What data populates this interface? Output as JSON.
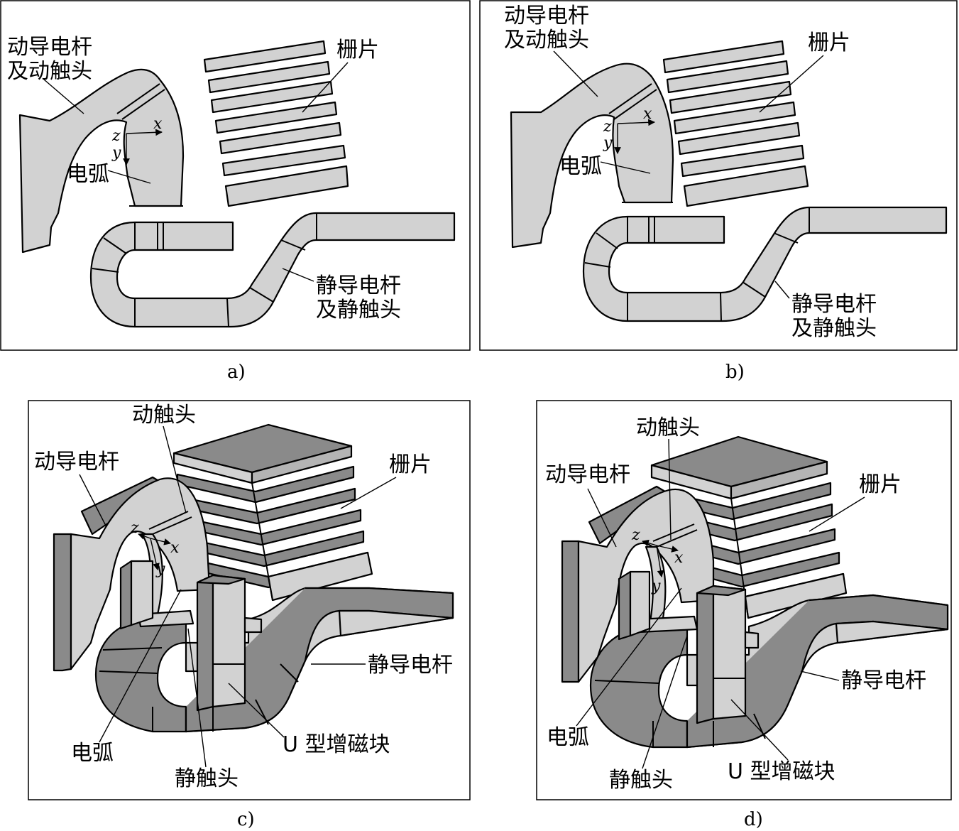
{
  "panels": {
    "a": {
      "caption": "a)",
      "moving_rod": [
        "动导电杆",
        "及动触头"
      ],
      "grid_plates": "栅片",
      "arc": "电弧",
      "static_rod": [
        "静导电杆",
        "及静触头"
      ],
      "axes": {
        "x": "x",
        "y": "y",
        "z": "z"
      }
    },
    "b": {
      "caption": "b)",
      "moving_rod": [
        "动导电杆",
        "及动触头"
      ],
      "grid_plates": "栅片",
      "arc": "电弧",
      "static_rod": [
        "静导电杆",
        "及静触头"
      ],
      "axes": {
        "x": "x",
        "y": "y",
        "z": "z"
      }
    },
    "c": {
      "caption": "c)",
      "moving_contact": "动触头",
      "moving_rod": "动导电杆",
      "grid_plates": "栅片",
      "static_rod": "静导电杆",
      "arc": "电弧",
      "u_block": "U 型增磁块",
      "static_contact": "静触头",
      "axes": {
        "x": "x",
        "y": "y",
        "z": "z"
      }
    },
    "d": {
      "caption": "d)",
      "moving_contact": "动触头",
      "moving_rod": "动导电杆",
      "grid_plates": "栅片",
      "static_rod": "静导电杆",
      "arc": "电弧",
      "u_block": "U 型增磁块",
      "static_contact": "静触头",
      "axes": {
        "x": "x",
        "y": "y",
        "z": "z"
      }
    }
  }
}
